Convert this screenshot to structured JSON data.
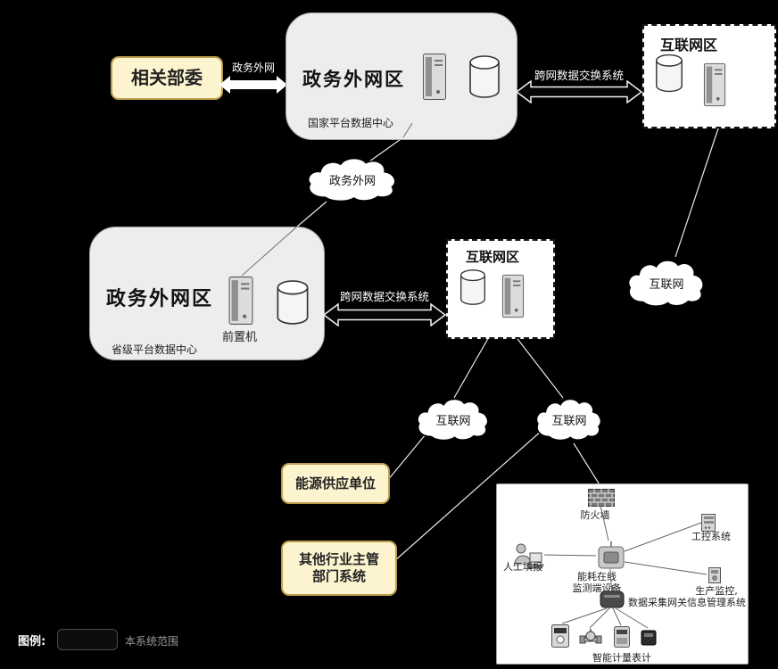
{
  "colors": {
    "background": "#000000",
    "zone_fill": "#ededed",
    "highlight_fill": "#fcf4cf",
    "highlight_border": "#bb9f4e",
    "internet_zone_fill": "#ffffff",
    "connector": "#e8e8e8"
  },
  "nodes": {
    "ministries": "相关部委",
    "gov_extranet_arrow": "政务外网",
    "national_zone_title": "政务外网区",
    "national_zone_caption": "国家平台数据中心",
    "exchange_top": "跨网数据交换系统",
    "internet_zone_top": "互联网区",
    "gov_cloud": "政务外网",
    "provincial_zone_title": "政务外网区",
    "front_machine": "前置机",
    "provincial_zone_caption": "省级平台数据中心",
    "exchange_mid": "跨网数据交换系统",
    "internet_zone_mid": "互联网区",
    "internet_cloud_right": "互联网",
    "internet_cloud_1": "互联网",
    "internet_cloud_2": "互联网",
    "energy_supplier": "能源供应单位",
    "other_industry_l1": "其他行业主管",
    "other_industry_l2": "部门系统"
  },
  "enterprise": {
    "firewall": "防火墙",
    "manual_report": "人工填报",
    "monitor_l1": "能耗在线",
    "monitor_l2": "监测端设备",
    "industrial_control": "工控系统",
    "production_l1": "生产监控,",
    "production_l2": "信息管理系统",
    "gateway": "数据采集网关",
    "meters": "智能计量表计"
  },
  "legend": {
    "title": "图例:",
    "scope": "本系统范围"
  }
}
